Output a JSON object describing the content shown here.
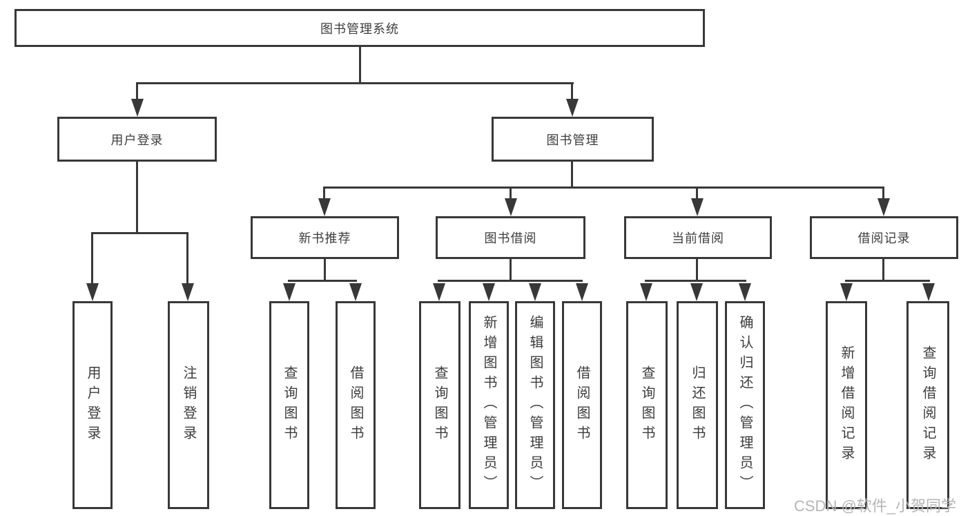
{
  "nodes": {
    "root": "图书管理系统",
    "level2": [
      "用户登录",
      "图书管理"
    ],
    "level3": [
      "新书推荐",
      "图书借阅",
      "当前借阅",
      "借阅记录"
    ],
    "leaves": [
      "用户登录",
      "注销登录",
      "查询图书",
      "借阅图书",
      "查询图书",
      "新增图书（管理员）",
      "编辑图书（管理员）",
      "借阅图书",
      "查询图书",
      "归还图书",
      "确认归还（管理员）",
      "新增借阅记录",
      "查询借阅记录"
    ]
  },
  "watermark": "CSDN @软件_小贺同学",
  "colors": {
    "line": "#383838",
    "text": "#3d3d3d",
    "watermark": "#b5b5b5",
    "background": "#ffffff"
  }
}
